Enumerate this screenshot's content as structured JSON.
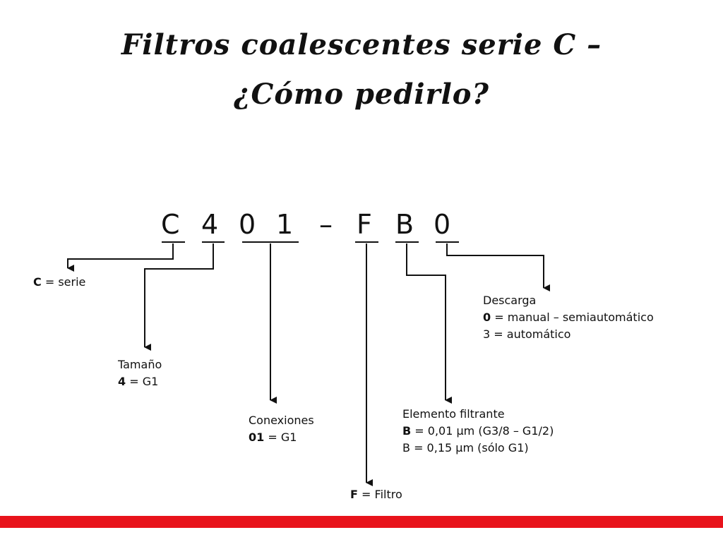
{
  "slide": {
    "title_line_1": "Filtros coalescentes serie C –",
    "title_line_2": "¿Cómo pedirlo?"
  },
  "code": {
    "c": "C",
    "size": "4",
    "conn_a": "0",
    "conn_b": "1",
    "dash": "–",
    "f": "F",
    "b": "B",
    "drain": "0"
  },
  "callouts": {
    "serie": {
      "key": "C",
      "value": "= serie"
    },
    "tamano": {
      "label": "Tamaño",
      "key": "4",
      "value": "= G1"
    },
    "conexiones": {
      "label": "Conexiones",
      "key": "01",
      "value": "= G1"
    },
    "filtro": {
      "key": "F",
      "value": "= Filtro"
    },
    "elemento": {
      "label": "Elemento filtrante",
      "line1_key": "B",
      "line1_value": "= 0,01 µm (G3/8 – G1/2)",
      "line2": "B = 0,15 µm (sólo G1)"
    },
    "descarga": {
      "label": "Descarga",
      "line1_key": "0",
      "line1_value": "= manual – semiautomático",
      "line2": "3 = automático"
    }
  },
  "colors": {
    "accent_bar": "#e8131b",
    "ink": "#111111"
  }
}
